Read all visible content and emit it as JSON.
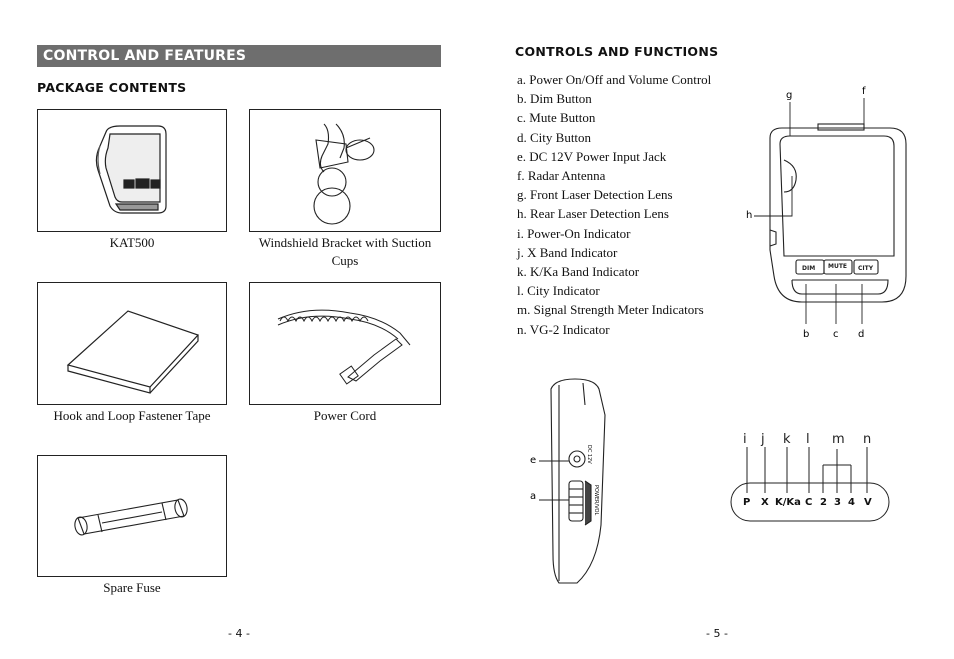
{
  "left_page": {
    "section_title": "CONTROL AND FEATURES",
    "subheading": "PACKAGE CONTENTS",
    "items": [
      {
        "caption": "KAT500"
      },
      {
        "caption": "Windshield Bracket with Suction Cups"
      },
      {
        "caption": "Hook and Loop Fastener Tape"
      },
      {
        "caption": "Power Cord"
      },
      {
        "caption": "Spare Fuse"
      }
    ],
    "page_number": "- 4 -"
  },
  "right_page": {
    "heading": "CONTROLS AND FUNCTIONS",
    "controls": [
      "a. Power On/Off and Volume Control",
      "b. Dim Button",
      "c. Mute Button",
      "d. City Button",
      "e. DC 12V Power Input Jack",
      "f. Radar Antenna",
      "g. Front Laser Detection Lens",
      "h. Rear Laser Detection Lens",
      "i. Power-On Indicator",
      "j. X Band Indicator",
      "k. K/Ka Band Indicator",
      "l. City Indicator",
      "m. Signal Strength Meter Indicators",
      "n. VG-2 Indicator"
    ],
    "front_diagram": {
      "callouts": {
        "g": "g",
        "f": "f",
        "h": "h",
        "b": "b",
        "c": "c",
        "d": "d"
      },
      "buttons": {
        "dim": "DIM",
        "mute": "MUTE",
        "city": "CITY"
      }
    },
    "side_diagram": {
      "callouts": {
        "e": "e",
        "a": "a"
      },
      "jack_text": "DC 12V",
      "knob_text": "POWER/VOL"
    },
    "display_diagram": {
      "callouts": [
        "i",
        "j",
        "k",
        "l",
        "m",
        "n"
      ],
      "indicators": [
        "P",
        "X",
        "K/Ka",
        "C",
        "2",
        "3",
        "4",
        "V"
      ]
    },
    "page_number": "- 5 -"
  }
}
